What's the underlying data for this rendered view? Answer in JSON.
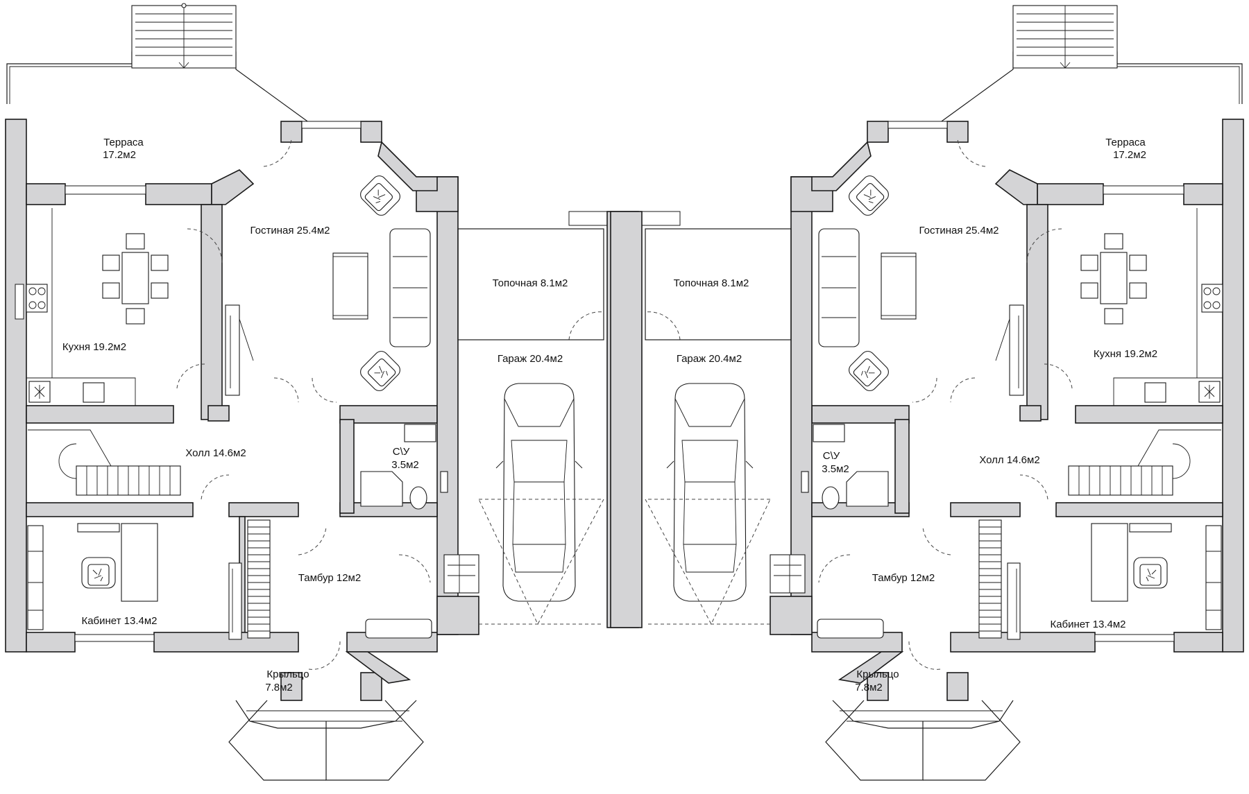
{
  "rooms_left": {
    "terrace": [
      "Терраса",
      "17.2м2"
    ],
    "living": "Гостиная 25.4м2",
    "kitchen": "Кухня 19.2м2",
    "hall": "Холл 14.6м2",
    "cabinet": "Кабинет  13.4м2",
    "vestibule": "Тамбур 12м2",
    "wc": [
      "С\\У",
      "3.5м2"
    ],
    "porch": [
      "Крыльцо",
      "7.8м2"
    ],
    "boiler": "Топочная 8.1м2",
    "garage": "Гараж 20.4м2"
  },
  "rooms_right": {
    "terrace": [
      "Терраса",
      "17.2м2"
    ],
    "living": "Гостиная 25.4м2",
    "kitchen": "Кухня 19.2м2",
    "hall": "Холл 14.6м2",
    "cabinet": "Кабинет  13.4м2",
    "vestibule": "Тамбур 12м2",
    "wc": [
      "С\\У",
      "3.5м2"
    ],
    "porch": [
      "Крыльцо",
      "7.8м2"
    ],
    "boiler": "Топочная 8.1м2",
    "garage": "Гараж 20.4м2"
  },
  "colors": {
    "wall_fill": "#d4d4d6",
    "line": "#1a1a1a",
    "background": "#ffffff"
  }
}
